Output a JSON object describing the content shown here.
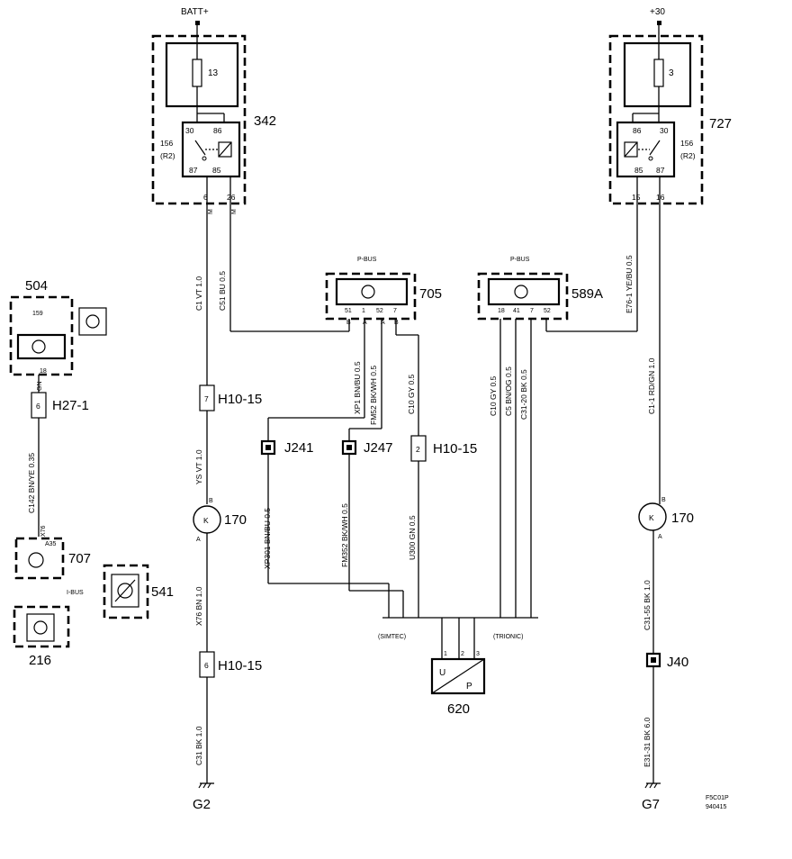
{
  "sources": {
    "batt": "BATT+",
    "plus30": "+30"
  },
  "fusebox_left": {
    "id": "342",
    "fuse": "13",
    "relay_id": "156",
    "relay_code": "(R2)",
    "pins": [
      "30",
      "86",
      "87",
      "85"
    ],
    "out_pins": [
      "6",
      "26"
    ],
    "markers": [
      "M",
      "M"
    ]
  },
  "fusebox_right": {
    "id": "727",
    "fuse": "3",
    "relay_id": "156",
    "relay_code": "(R2)",
    "pins": [
      "86",
      "30",
      "85",
      "87"
    ],
    "out_pins": [
      "15",
      "16"
    ]
  },
  "wires": {
    "c1": "C1  VT  1.0",
    "c51": "C51  BU  0.5",
    "ys": "YS  VT  1.0",
    "x76": "X76  BN  1.0",
    "c31": "C31  BK  1.0",
    "xp1": "XP1  BN/BU  0.5",
    "fm52": "FM52  BK/WH  0.5",
    "c10a": "C10  GY  0.5",
    "xp301": "XP301  BN/BU  0.5",
    "fm352": "FM352  BK/WH  0.5",
    "u300": "U300  GN  0.5",
    "c10b": "C10  GY  0.5",
    "c5": "C5  BN/OG  0.5",
    "c3120": "C31-20  BK  0.5",
    "e761": "E76-1  YE/BU  0.5",
    "c11": "C1-1  RD/GN  1.0",
    "c3155": "C31-55  BK  1.0",
    "e3131": "E31-31  BK  6.0",
    "c142": "C142  BN/YE  0.35",
    "gn": "GN"
  },
  "pbus_left": {
    "title": "P-BUS",
    "id": "705",
    "pins": [
      "51",
      "1",
      "52",
      "7"
    ],
    "letters": [
      "B",
      "A",
      "A",
      "B"
    ]
  },
  "pbus_right": {
    "title": "P-BUS",
    "id": "589A",
    "pins": [
      "18",
      "41",
      "7",
      "52"
    ]
  },
  "connectors": {
    "h10_15a": "H10-15",
    "h10_15a_pin": "7",
    "h10_15b": "H10-15",
    "h10_15b_pin": "2",
    "h10_15c": "H10-15",
    "h10_15c_pin": "6",
    "h27_1": "H27-1",
    "h27_1_pin": "6",
    "j241": "J241",
    "j247": "J247",
    "j40": "J40"
  },
  "components": {
    "c170a": "170",
    "c170b": "170",
    "k": "K",
    "b": "B",
    "a": "A",
    "c504": "504",
    "c504_pin_top": "159",
    "c504_pin_bottom": "18",
    "c707": "707",
    "c707_pin_top": "X76",
    "c707_pin": "A35",
    "c541": "541",
    "c216": "216",
    "ibus": "I-BUS",
    "c620": "620",
    "u": "U",
    "p": "P",
    "pins620": [
      "1",
      "2",
      "3"
    ],
    "simtec": "(SIMTEC)",
    "trionic": "(TRIONIC)"
  },
  "grounds": {
    "g2": "G2",
    "g7": "G7"
  },
  "footer": {
    "line1": "F5C01P",
    "line2": "940415"
  }
}
